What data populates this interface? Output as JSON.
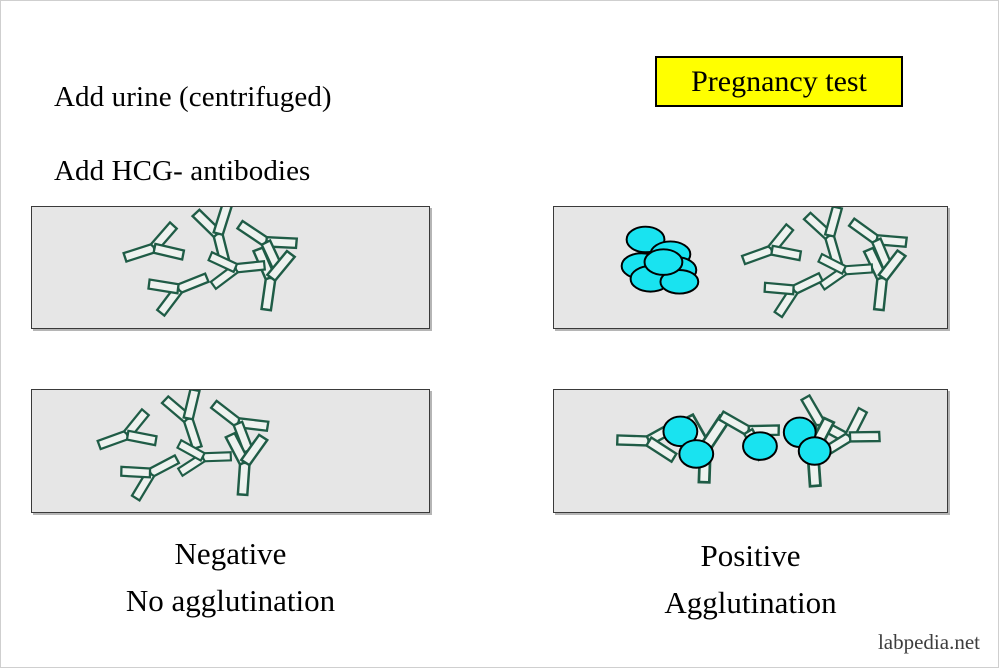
{
  "diagram": {
    "title": "Pregnancy test",
    "instructions": [
      "Add urine (centrifuged)",
      "Add HCG- antibodies"
    ],
    "results": {
      "negative": {
        "line1": "Negative",
        "line2": "No agglutination"
      },
      "positive": {
        "line1": "Positive",
        "line2": "Agglutination"
      }
    },
    "watermark": "labpedia.net",
    "colors": {
      "title_background": "#ffff00",
      "title_border": "#000000",
      "slide_background": "#e6e6e6",
      "slide_border": "#3a3a3a",
      "antibody_stroke": "#1f5c46",
      "antibody_fill": "#eef2ef",
      "cell_fill": "#19e3f0",
      "cell_stroke": "#000000",
      "page_background": "#ffffff",
      "text": "#000000"
    },
    "panels": [
      {
        "name": "negative-top",
        "contents": "antibodies only",
        "antibody_count": 6,
        "cell_count": 0
      },
      {
        "name": "negative-bottom",
        "contents": "antibodies only",
        "antibody_count": 6,
        "cell_count": 0
      },
      {
        "name": "positive-top",
        "contents": "antibodies plus separate cluster of cells",
        "antibody_count": 6,
        "cell_count": 7
      },
      {
        "name": "positive-bottom",
        "contents": "antibodies cross-linking cells (agglutination)",
        "antibody_count": 6,
        "cell_count": 5
      }
    ]
  }
}
